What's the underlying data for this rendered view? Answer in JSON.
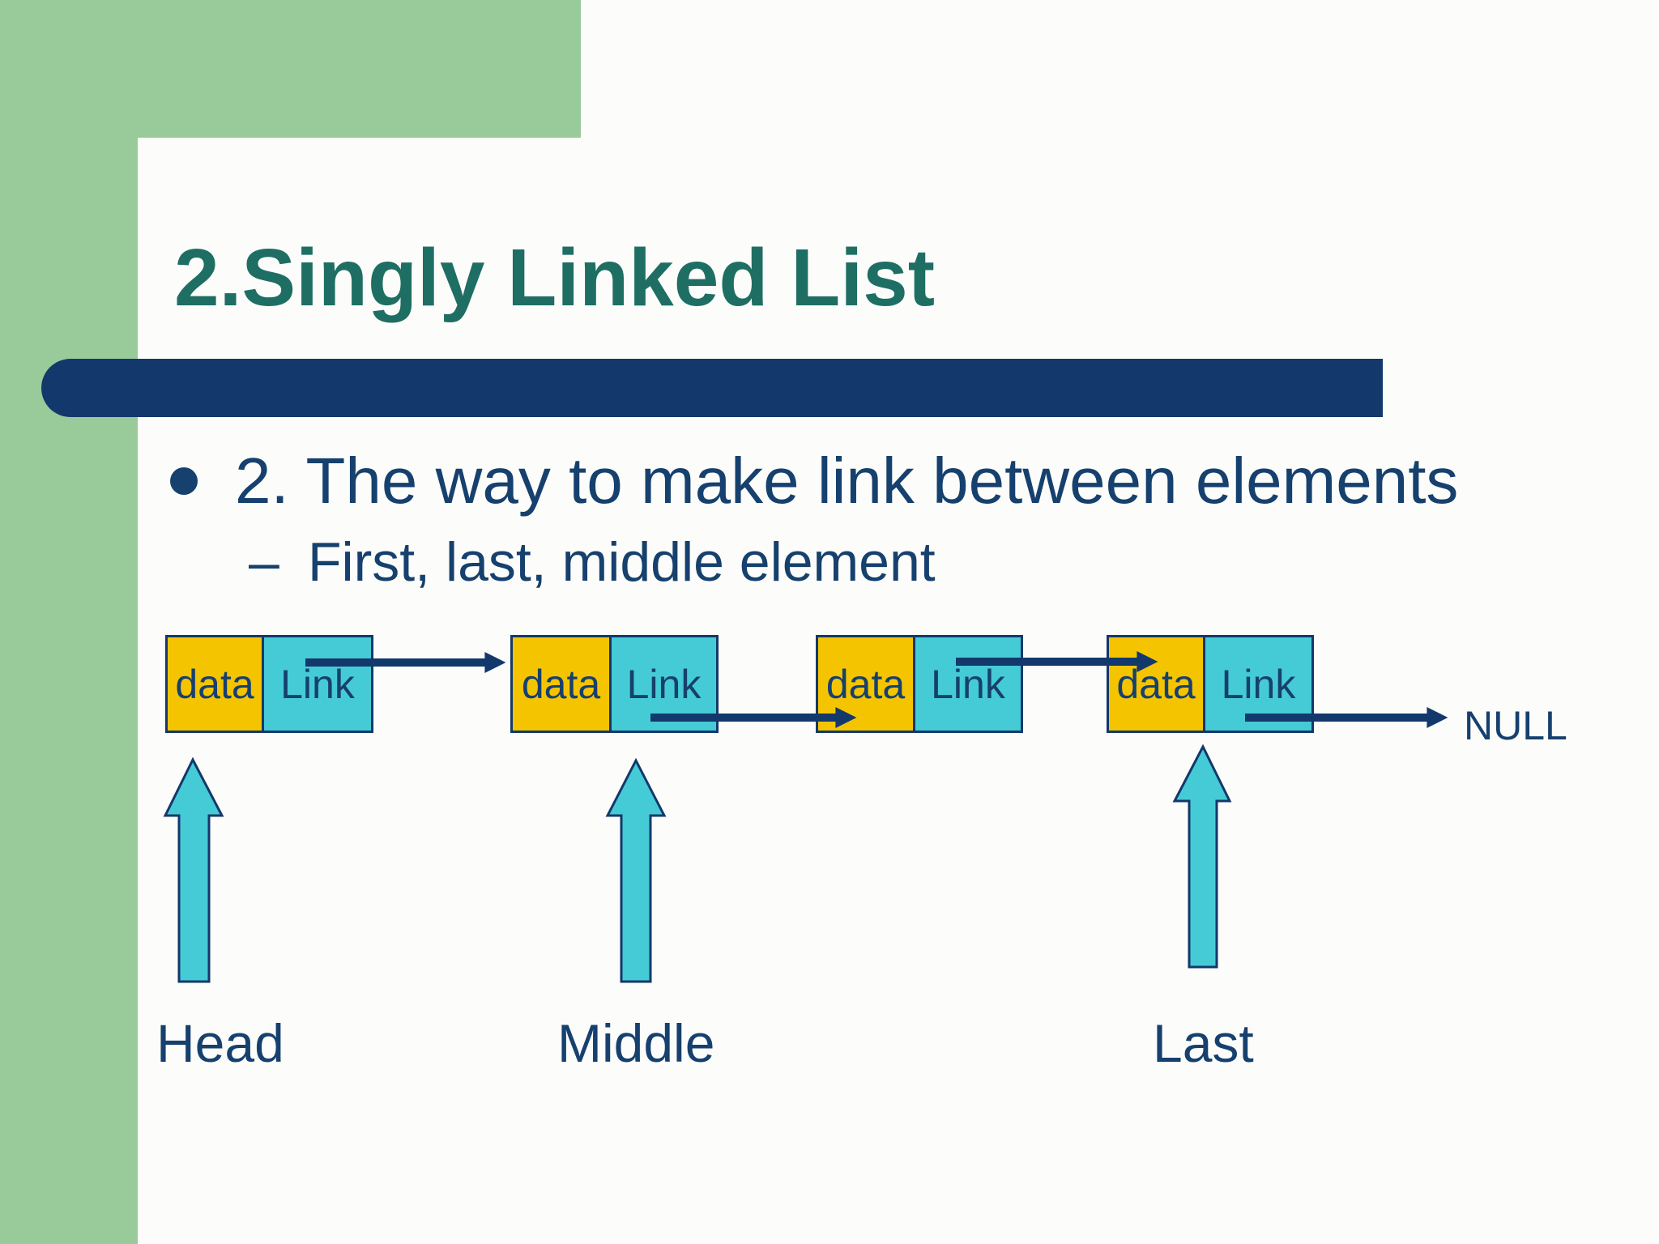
{
  "slide": {
    "title": "2.Singly Linked List",
    "bullet": "2. The way to make link between elements",
    "sub_bullet_dash": "–",
    "sub_bullet": "First, last, middle element"
  },
  "diagram": {
    "nodes": [
      {
        "data_label": "data",
        "link_label": "Link"
      },
      {
        "data_label": "data",
        "link_label": "Link"
      },
      {
        "data_label": "data",
        "link_label": "Link"
      },
      {
        "data_label": "data",
        "link_label": "Link"
      }
    ],
    "null_label": "NULL",
    "pointers": [
      {
        "label": "Head"
      },
      {
        "label": "Middle"
      },
      {
        "label": "Last"
      }
    ]
  },
  "colors": {
    "green": "#99ca99",
    "navy": "#13386b",
    "text-navy": "#16406e",
    "teal": "#1e6e64",
    "yellow": "#f5c400",
    "cyan": "#45cbd5",
    "background": "#fcfdfa"
  }
}
